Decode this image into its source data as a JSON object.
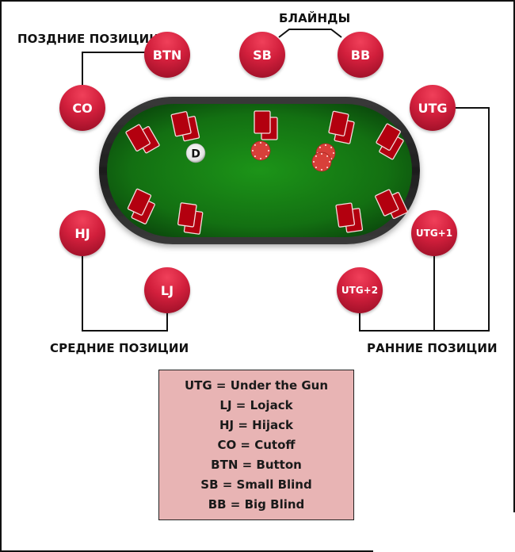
{
  "group_labels": {
    "late": "ПОЗДНИЕ ПОЗИЦИИ",
    "blinds": "БЛАЙНДЫ",
    "middle": "СРЕДНИЕ ПОЗИЦИИ",
    "early": "РАННИЕ ПОЗИЦИИ"
  },
  "seats": {
    "btn": "BTN",
    "sb": "SB",
    "bb": "BB",
    "co": "CO",
    "utg": "UTG",
    "hj": "HJ",
    "utg1": "UTG+1",
    "lj": "LJ",
    "utg2": "UTG+2"
  },
  "table": {
    "dealer_button": "D",
    "felt_color": "#1a8a1a",
    "rail_color": "#2a2a2a",
    "card_color": "#b3000f",
    "chip_color": "#d8403a"
  },
  "seat_color": "#d21f3c",
  "legend": {
    "background": "#e8b4b4",
    "lines": [
      "UTG = Under the Gun",
      "LJ = Lojack",
      "HJ = Hijack",
      "CO = Cutoff",
      "BTN = Button",
      "SB = Small Blind",
      "BB = Big Blind"
    ]
  }
}
